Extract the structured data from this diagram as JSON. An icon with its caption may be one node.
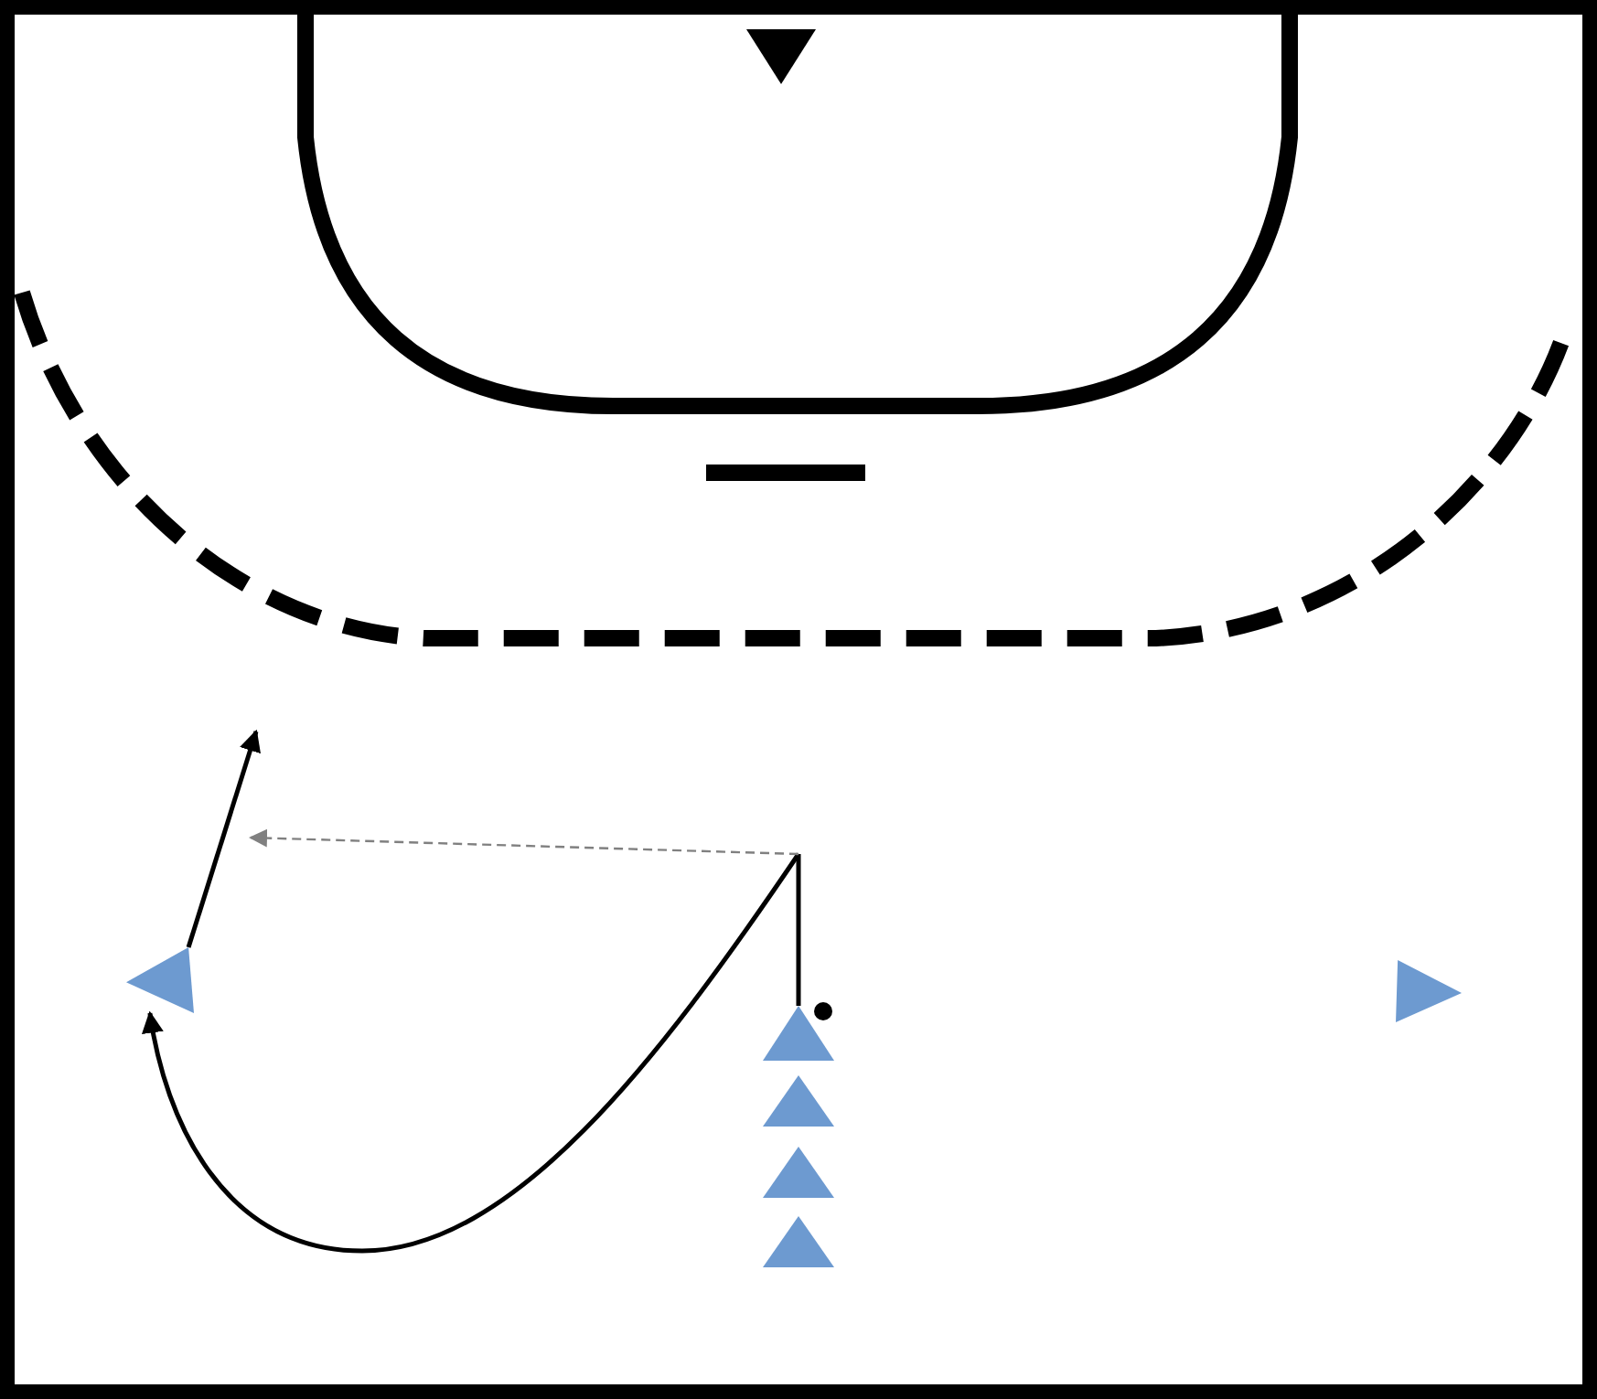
{
  "diagram": {
    "nodes": [
      {
        "text": [],
        "shape": "triangle"
      },
      {
        "text": [],
        "shape": "triangle"
      },
      {
        "text": [],
        "shape": "triangle"
      },
      {
        "text": [],
        "shape": "circle"
      },
      {
        "text": [],
        "shape": "triangle"
      },
      {
        "text": [],
        "shape": "triangle"
      },
      {
        "text": [],
        "shape": "triangle"
      },
      {
        "text": [],
        "shape": "triangle"
      }
    ],
    "edges": [
      {
        "from": 2,
        "to": 1,
        "arrow": "to"
      },
      {
        "from": 2,
        "to": null,
        "arrow": "to",
        "style": "dashed",
        "color": "#808080"
      },
      {
        "from": 1,
        "to": null,
        "arrow": "to"
      }
    ]
  }
}
